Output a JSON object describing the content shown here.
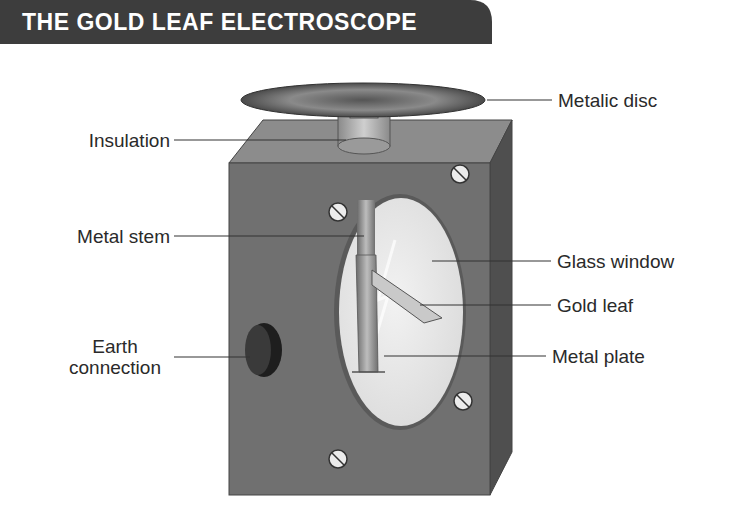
{
  "diagram": {
    "title": "THE GOLD LEAF ELECTROSCOPE",
    "labels": [
      "Metalic disc",
      "Insulation",
      "Metal stem",
      "Glass window",
      "Gold leaf",
      "Earth connection",
      "Metal plate"
    ]
  }
}
